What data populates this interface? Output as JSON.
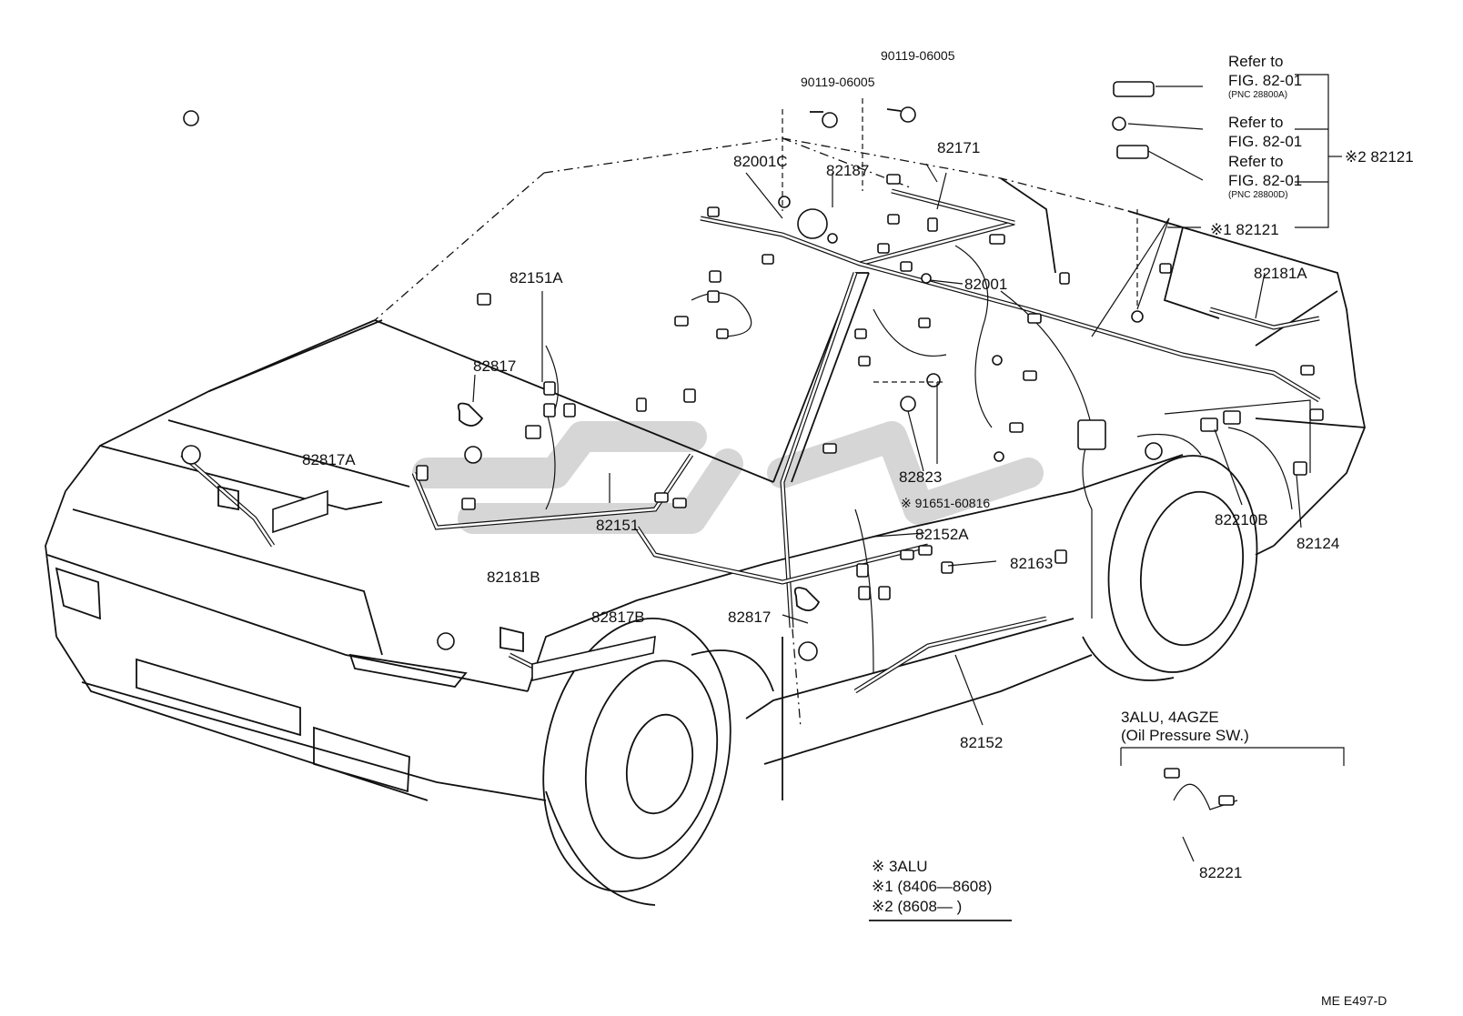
{
  "diagram": {
    "part_labels": {
      "p90119_a": "90119-06005",
      "p90119_b": "90119-06005",
      "p82001C": "82001C",
      "p82187": "82187",
      "p82171": "82171",
      "p82001": "82001",
      "p82151A": "82151A",
      "p82817_top": "82817",
      "p82817A": "82817A",
      "p82823": "82823",
      "p91651": "※ 91651-60816",
      "p82151": "82151",
      "p82152A": "82152A",
      "p82181B": "82181B",
      "p82163": "82163",
      "p82817B": "82817B",
      "p82817_mid": "82817",
      "p82152": "82152",
      "p82181A": "82181A",
      "p82210B": "82210B",
      "p82124": "82124",
      "p82221": "82221",
      "p82121_1": "※1 82121",
      "p82121_2": "※2 82121"
    },
    "refer_notes": [
      {
        "refer": "Refer to",
        "fig": "FIG. 82-01",
        "pnc": "(PNC 28800A)"
      },
      {
        "refer": "Refer to",
        "fig": "FIG. 82-01",
        "pnc": ""
      },
      {
        "refer": "Refer to",
        "fig": "FIG. 82-01",
        "pnc": "(PNC 28800D)"
      }
    ],
    "oil_pressure": {
      "title": "3ALU, 4AGZE",
      "subtitle": "(Oil Pressure SW.)"
    },
    "legend": {
      "line1": "※  3ALU",
      "line2": "※1 (8406—8608)",
      "line3": "※2 (8608—      )"
    },
    "footer_code": "ME  E497-D"
  }
}
